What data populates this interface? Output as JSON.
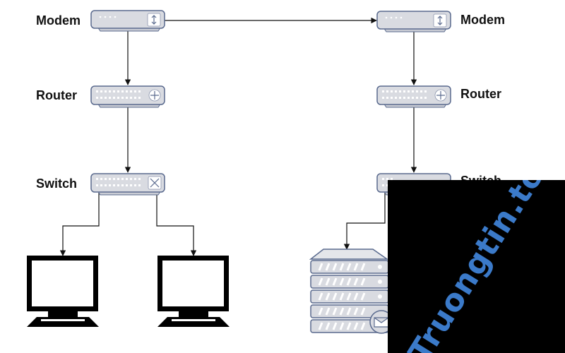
{
  "left_network": {
    "modem_label": "Modem",
    "router_label": "Router",
    "switch_label": "Switch"
  },
  "right_network": {
    "modem_label": "Modem",
    "router_label": "Router",
    "switch_label": "Switch"
  },
  "icons": {
    "modem": "modem-icon",
    "router": "router-icon",
    "switch": "switch-icon",
    "computer": "monitor-icon",
    "server": "server-rack-icon"
  },
  "colors": {
    "device_fill": "#d9dbe1",
    "device_stroke": "#5a6a8e",
    "connector": "#111111",
    "watermark": "#3b7ac9",
    "overlay": "#000000"
  },
  "watermark": {
    "text": "Truongtin.top"
  }
}
